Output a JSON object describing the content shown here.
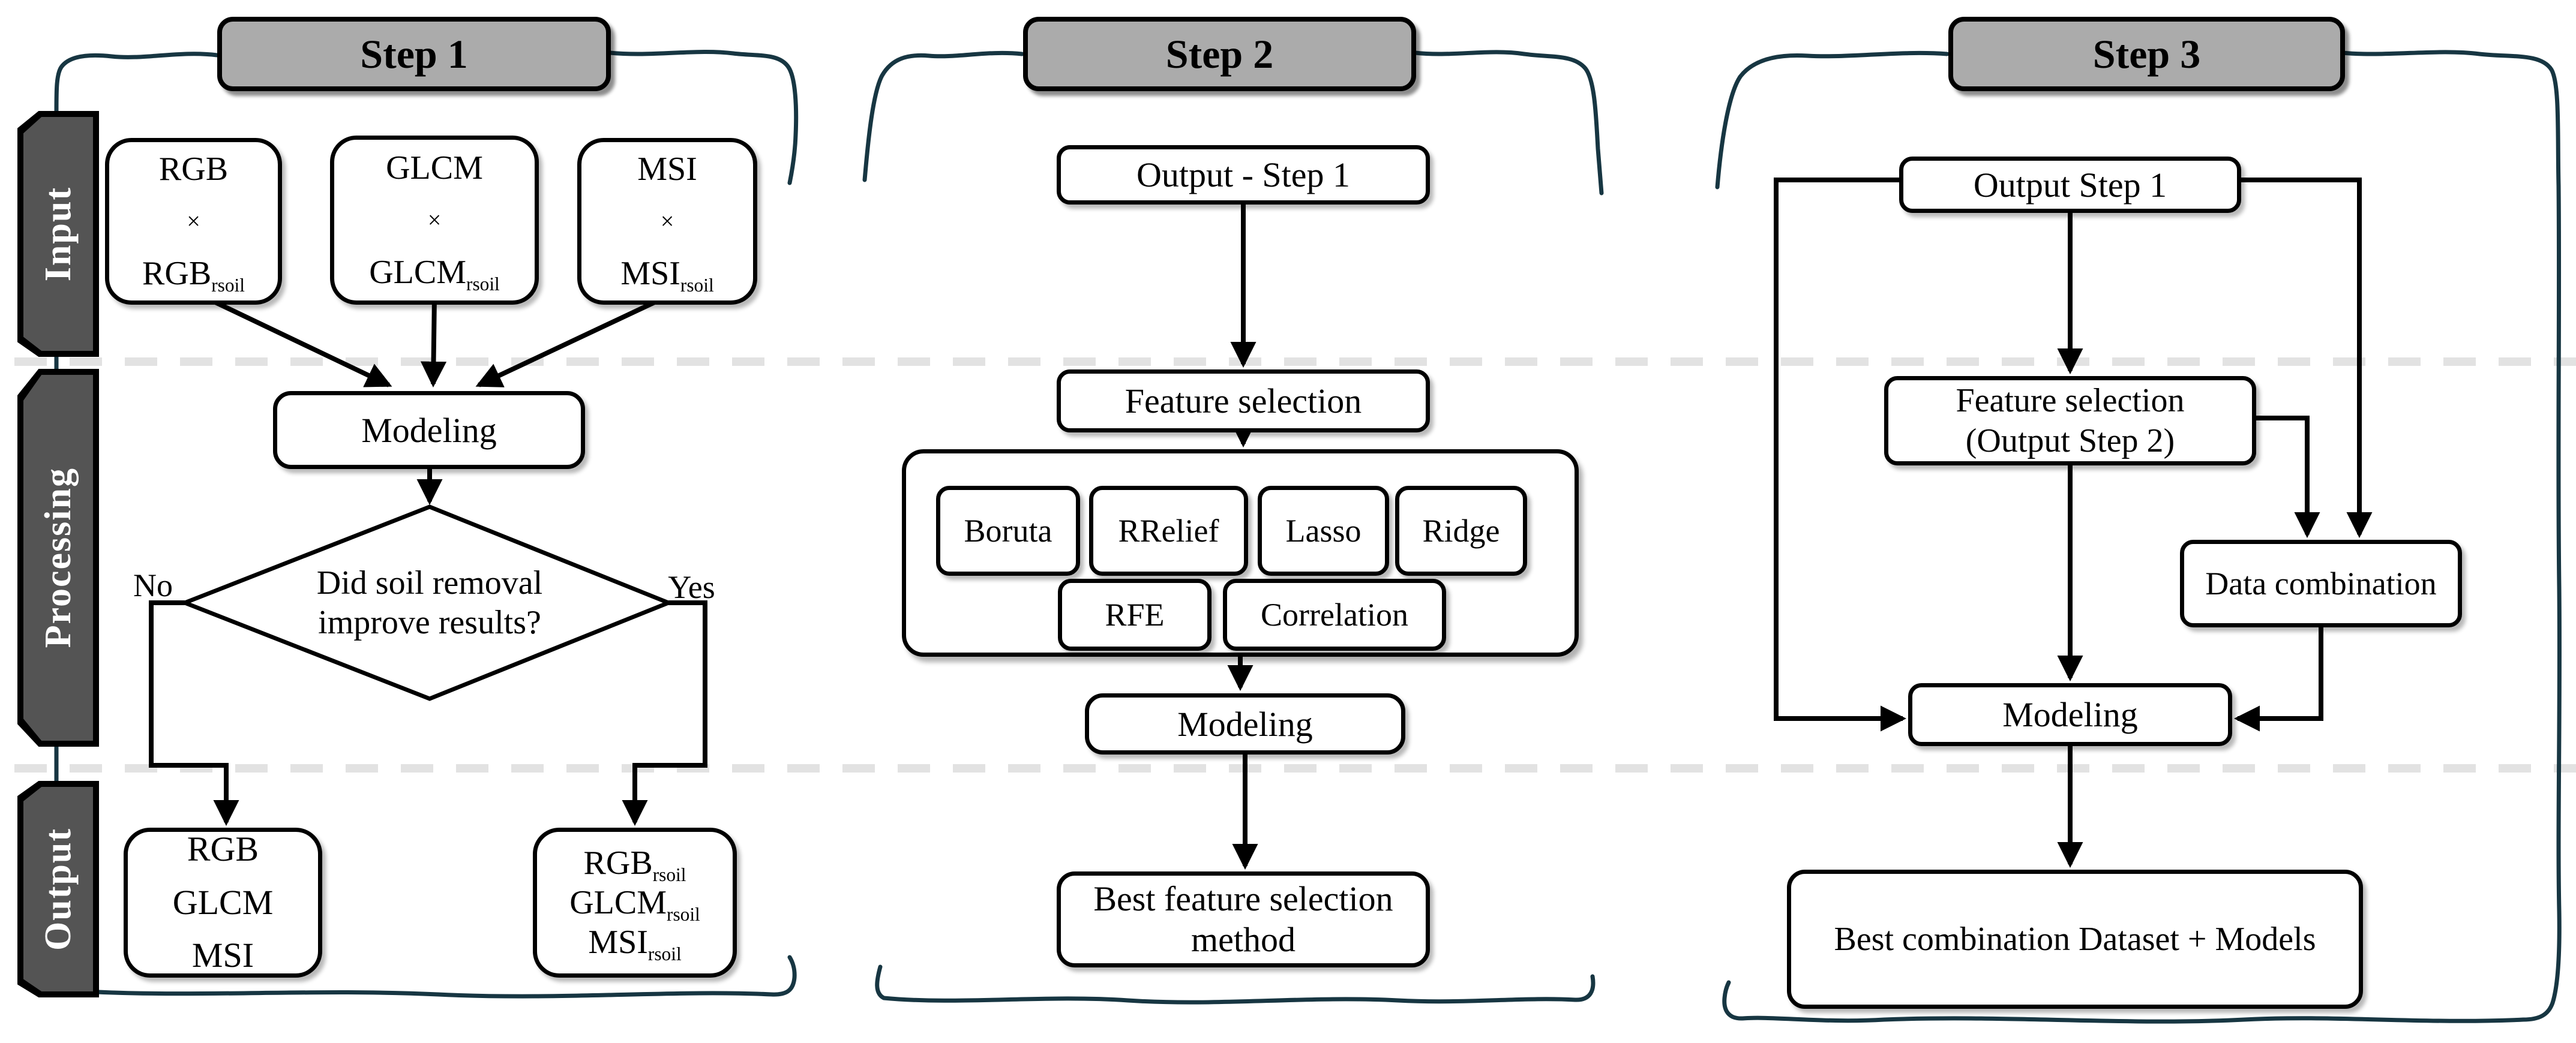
{
  "title": "Three-step modeling workflow diagram",
  "steps": [
    {
      "header": "Step 1"
    },
    {
      "header": "Step 2"
    },
    {
      "header": "Step 3"
    }
  ],
  "bands": [
    {
      "label": "Input"
    },
    {
      "label": "Processing"
    },
    {
      "label": "Output"
    }
  ],
  "step1": {
    "inputs": [
      {
        "name": "RGB",
        "op": "×",
        "base": "RGB",
        "sub": "rsoil"
      },
      {
        "name": "GLCM",
        "op": "×",
        "base": "GLCM",
        "sub": "rsoil"
      },
      {
        "name": "MSI",
        "op": "×",
        "base": "MSI",
        "sub": "rsoil"
      }
    ],
    "modeling": "Modeling",
    "decision": {
      "line1": "Did soil removal",
      "line2": "improve results?",
      "no": "No",
      "yes": "Yes"
    },
    "output_no": {
      "lines": [
        "RGB",
        "GLCM",
        "MSI"
      ]
    },
    "output_yes": {
      "lines": [
        {
          "base": "RGB",
          "sub": "rsoil"
        },
        {
          "base": "GLCM",
          "sub": "rsoil"
        },
        {
          "base": "MSI",
          "sub": "rsoil"
        }
      ]
    }
  },
  "step2": {
    "source": "Output - Step 1",
    "feature_selection": "Feature selection",
    "methods": [
      "Boruta",
      "RRelief",
      "Lasso",
      "Ridge",
      "RFE",
      "Correlation"
    ],
    "modeling": "Modeling",
    "result_line1": "Best feature selection",
    "result_line2": "method"
  },
  "step3": {
    "source": "Output Step 1",
    "feature_selection_line1": "Feature selection",
    "feature_selection_line2": "(Output Step 2)",
    "data_combination": "Data combination",
    "modeling": "Modeling",
    "result": "Best combination Dataset + Models"
  },
  "colors": {
    "header_fill": "#ababab",
    "band_fill": "#545454",
    "band_text": "#ffffff",
    "ink": "#000000",
    "frame_teal": "#173642",
    "dash_gray": "#e2e2e2",
    "box_fill": "#ffffff"
  }
}
